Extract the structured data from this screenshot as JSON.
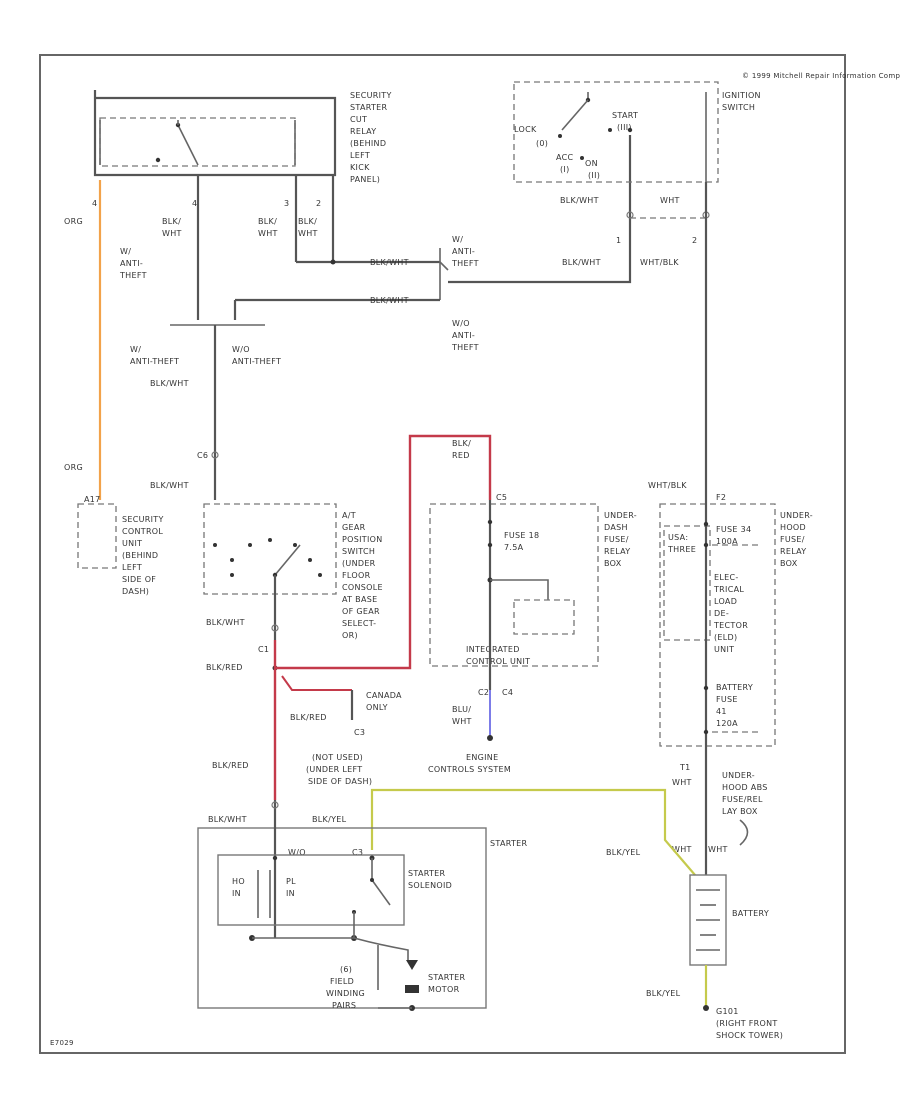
{
  "copyright": "© 1999 Mitchell Repair Information Company, LLC",
  "image_id": "E7029",
  "components": {
    "security_relay": [
      "SECURITY",
      "STARTER",
      "CUT",
      "RELAY",
      "(BEHIND",
      "LEFT",
      "KICK",
      "PANEL)"
    ],
    "ignition_switch": [
      "IGNITION",
      "SWITCH"
    ],
    "sw_positions": {
      "lock": "LOCK",
      "zero": "(0)",
      "acc": "ACC",
      "one": "(I)",
      "on": "ON",
      "two": "(II)",
      "start": "START",
      "three": "(III)"
    },
    "security_unit": [
      "SECURITY",
      "CONTROL",
      "UNIT",
      "(BEHIND",
      "LEFT",
      "SIDE OF",
      "DASH)"
    ],
    "gear_switch": [
      "A/T",
      "GEAR",
      "POSITION",
      "SWITCH",
      "(UNDER",
      "FLOOR",
      "CONSOLE",
      "AT BASE",
      "OF GEAR",
      "SELECT-",
      "OR)"
    ],
    "dash_fuse_box": [
      "UNDER-",
      "DASH",
      "FUSE/",
      "RELAY",
      "BOX"
    ],
    "hood_fuse_box": [
      "UNDER-",
      "HOOD",
      "FUSE/",
      "RELAY",
      "BOX"
    ],
    "fuse_18": [
      "FUSE 18",
      "7.5A"
    ],
    "integrated_unit": [
      "INTEGRATED",
      "CONTROL UNIT"
    ],
    "usa_three": [
      "USA:",
      "THREE"
    ],
    "fuse_34": [
      "FUSE 34",
      "100A"
    ],
    "elec_load": [
      "ELEC-",
      "TRICAL",
      "LOAD",
      "DE-",
      "TECTOR",
      "(ELD)",
      "UNIT"
    ],
    "battery_fuse": [
      "BATTERY",
      "FUSE",
      "41",
      "120A"
    ],
    "fusible_link": [
      "UNDER-",
      "HOOD ABS",
      "FUSE/REL",
      "LAY BOX"
    ],
    "canada_only": [
      "CANADA",
      "ONLY"
    ],
    "not_used": [
      "(NOT USED)",
      "(UNDER LEFT",
      "SIDE OF DASH)"
    ],
    "engine_controls": [
      "ENGINE",
      "CONTROLS SYSTEM"
    ],
    "starter": "STARTER",
    "starter_solenoid": [
      "STARTER",
      "SOLENOID"
    ],
    "hold_in": [
      "HO",
      "IN"
    ],
    "pull_in": [
      "PL",
      "IN"
    ],
    "field_winding": [
      "(6)",
      "FIELD",
      "WINDING",
      "PAIRS"
    ],
    "starter_motor": [
      "STARTER",
      "MOTOR"
    ],
    "battery": "BATTERY",
    "ground": [
      "G101",
      "(RIGHT FRONT",
      "SHOCK TOWER)"
    ]
  },
  "anti_theft": {
    "with_1": [
      "W/",
      "ANTI-",
      "THEFT"
    ],
    "with_2": [
      "W/",
      "ANTI-",
      "THEFT"
    ],
    "without_1": [
      "W/O",
      "ANTI-",
      "THEFT"
    ],
    "with_3": [
      "W/",
      "ANTI-THEFT"
    ],
    "without_2": [
      "W/O",
      "ANTI-THEFT"
    ]
  },
  "wires": {
    "org_top": "ORG",
    "org_bottom": "ORG",
    "blkwht_1": [
      "BLK/",
      "WHT"
    ],
    "blkwht_2": [
      "BLK/",
      "WHT"
    ],
    "blkwht_3": [
      "BLK/",
      "WHT"
    ],
    "blkwht_h1": "BLK/WHT",
    "blkwht_h2": "BLK/WHT",
    "blkwht_sw": "BLK/WHT",
    "wht_sw": "WHT",
    "blkwht_mid": "BLK/WHT",
    "whtblk_mid": "WHT/BLK",
    "blkwht_v1": "BLK/WHT",
    "blkwht_v2": "BLK/WHT",
    "blkwht_v3": "BLK/WHT",
    "blkred_top": [
      "BLK/",
      "RED"
    ],
    "blkred_1": "BLK/RED",
    "blkred_2": "BLK/RED",
    "blkred_3": "BLK/RED",
    "bluwht": [
      "BLU/",
      "WHT"
    ],
    "whtblk_2": "WHT/BLK",
    "wht_2": "WHT",
    "blkyel_1": "BLK/YEL",
    "blkyel_2": "BLK/YEL",
    "blkyel_3": "BLK/YEL",
    "blkwht_st": "BLK/WHT",
    "wht_bat": "WHT",
    "wht_bat2": "WHT"
  },
  "pins": {
    "relay_4a": "4",
    "relay_4b": "4",
    "relay_3": "3",
    "relay_2": "2",
    "sw_1": "1",
    "sw_2": "2",
    "a17": "A17",
    "c1": "C1",
    "c2": "C2",
    "c3": "C3",
    "c4": "C4",
    "c5": "C5",
    "c6": "C6",
    "f2": "F2",
    "t1": "T1",
    "wv": "W/O"
  },
  "colors": {
    "orange_wire": "#f2a24a",
    "red_wire": "#c43a4a",
    "blue_wire": "#7c7ce8",
    "yellow_wire": "#c5ca4c",
    "ink": "#555555"
  }
}
